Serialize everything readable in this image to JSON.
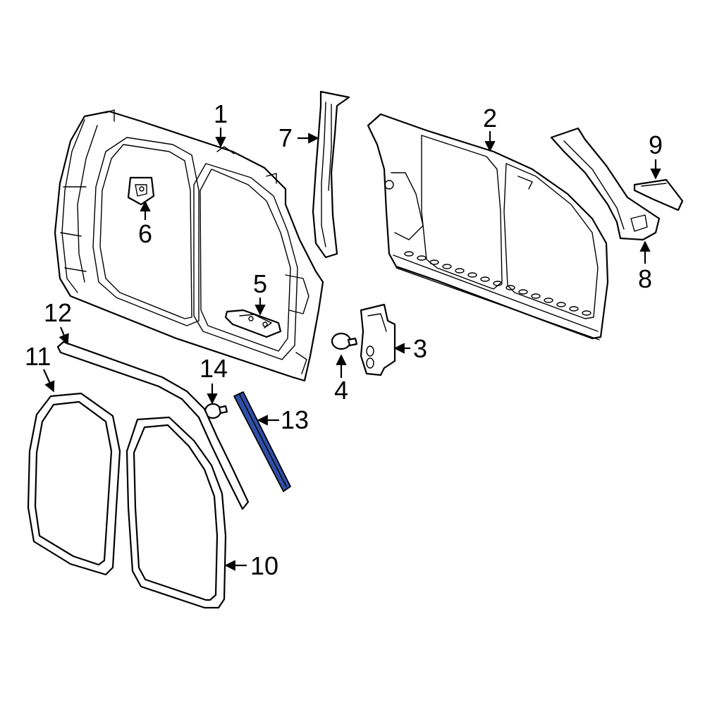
{
  "callouts": {
    "c1": "1",
    "c2": "2",
    "c3": "3",
    "c4": "4",
    "c5": "5",
    "c6": "6",
    "c7": "7",
    "c8": "8",
    "c9": "9",
    "c10": "10",
    "c11": "11",
    "c12": "12",
    "c13": "13",
    "c14": "14"
  },
  "colors": {
    "highlight_part": "#2f4fa8",
    "line": "#000000",
    "background": "#ffffff"
  }
}
